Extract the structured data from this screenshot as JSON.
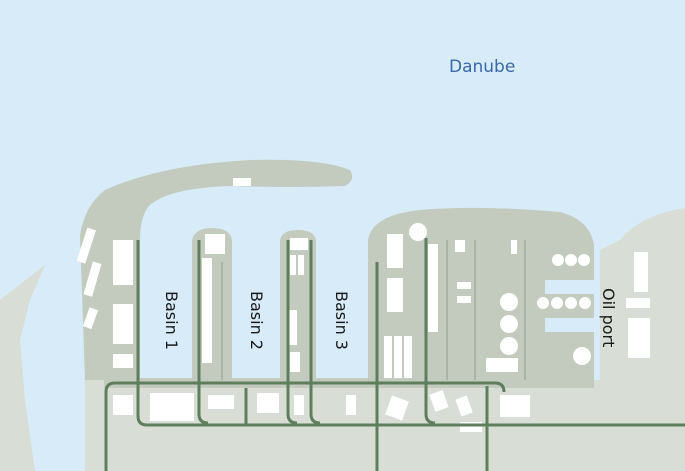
{
  "map": {
    "water_label": "Danube",
    "basins": [
      {
        "label": "Basin 1"
      },
      {
        "label": "Basin 2"
      },
      {
        "label": "Basin 3"
      }
    ],
    "oil_port_label": "Oil port"
  },
  "colors": {
    "water": "#d7ecf8",
    "port_land": "#c3cbbe",
    "land": "#d8ddd5",
    "rail": "#5e7e5e",
    "building": "#ffffff"
  }
}
